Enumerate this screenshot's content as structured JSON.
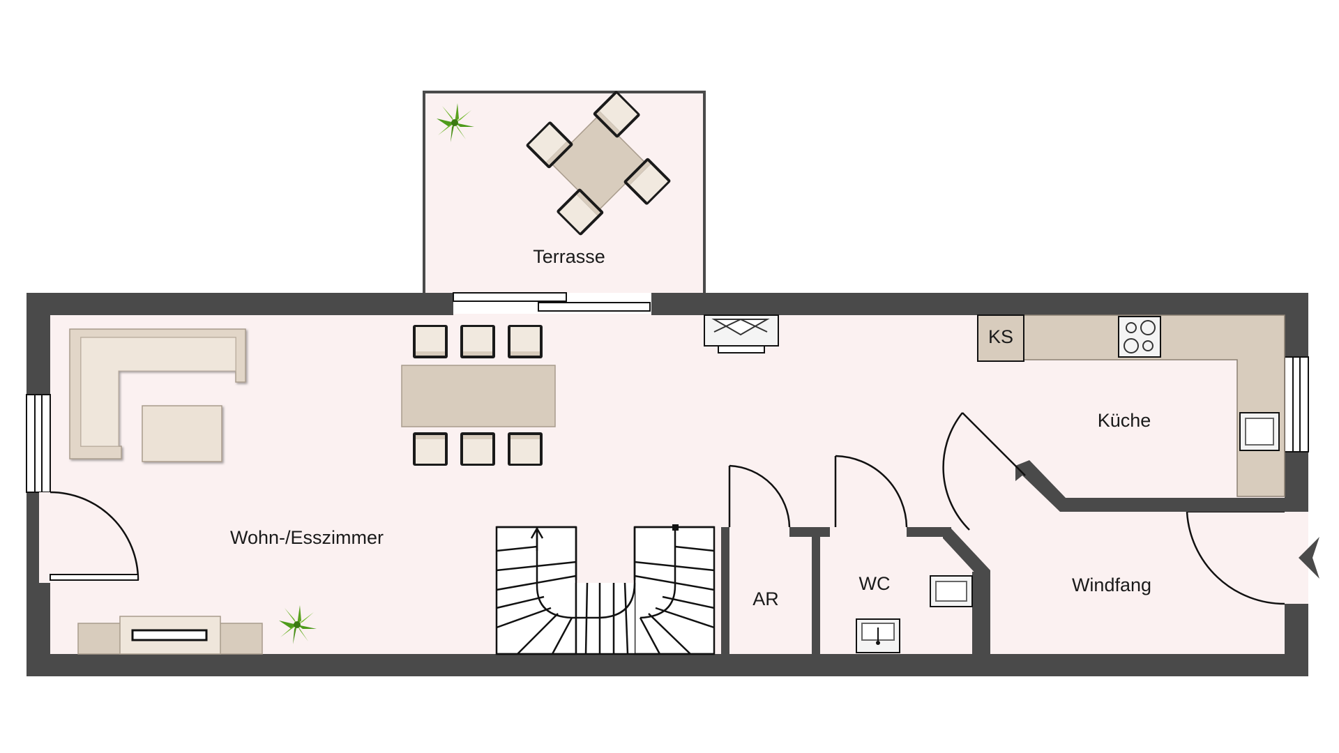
{
  "plan": {
    "rooms": {
      "terrace": "Terrasse",
      "living_dining": "Wohn-/Esszimmer",
      "kitchen": "Küche",
      "storage": "AR",
      "wc": "WC",
      "entrance": "Windfang"
    },
    "fixtures": {
      "fridge_label": "KS"
    }
  },
  "colors": {
    "wall": "#4a4a4a",
    "floor": "#fbf1f1",
    "furniture": "#d8ccbd",
    "furniture_light": "#e8ded2",
    "line": "#111111",
    "plant": "#5aa21f"
  },
  "icons": [
    "plant-icon",
    "entrance-arrow-icon",
    "stove-icon",
    "sink-icon",
    "washbasin-icon",
    "fireplace-icon",
    "staircase-arrow-icon"
  ]
}
